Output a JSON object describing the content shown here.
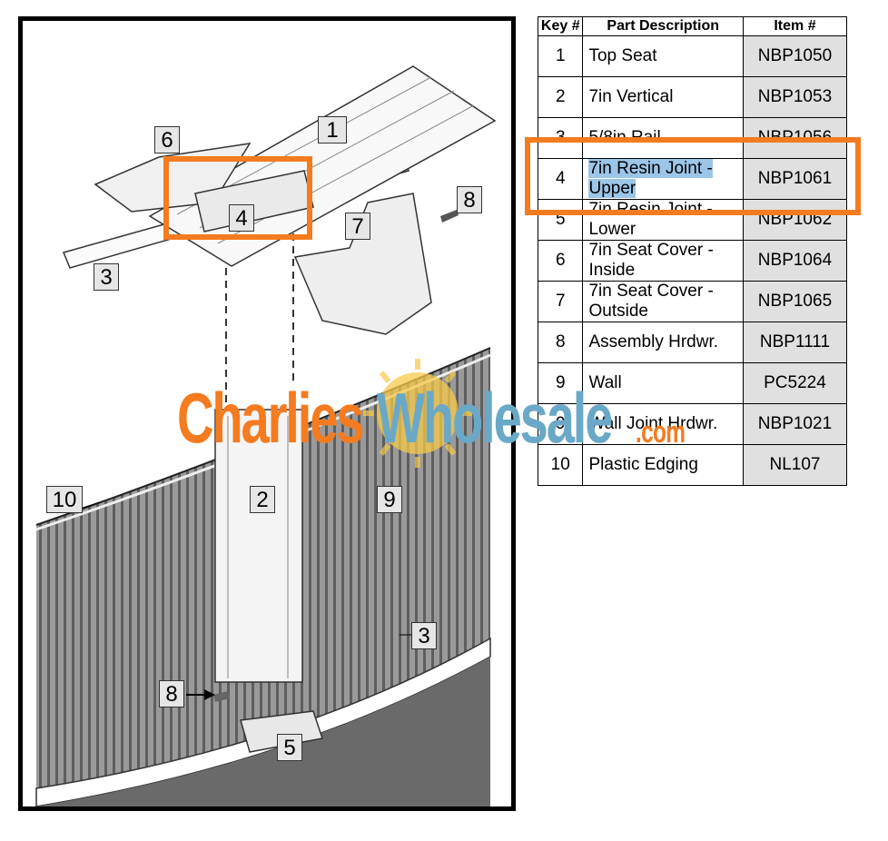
{
  "callouts": [
    "1",
    "2",
    "3",
    "4",
    "5",
    "6",
    "7",
    "8",
    "9",
    "10"
  ],
  "table": {
    "headers": [
      "Key #",
      "Part Description",
      "Item #"
    ],
    "rows": [
      {
        "key": "1",
        "desc": "Top Seat",
        "item": "NBP1050"
      },
      {
        "key": "2",
        "desc": "7in Vertical",
        "item": "NBP1053"
      },
      {
        "key": "3",
        "desc": "5/8in Rail",
        "item": "NBP1056"
      },
      {
        "key": "4",
        "desc": "7in Resin Joint - Upper",
        "item": "NBP1061"
      },
      {
        "key": "5",
        "desc": "7in Resin Joint - Lower",
        "item": "NBP1062"
      },
      {
        "key": "6",
        "desc": "7in Seat Cover - Inside",
        "item": "NBP1064"
      },
      {
        "key": "7",
        "desc": "7in Seat Cover - Outside",
        "item": "NBP1065"
      },
      {
        "key": "8",
        "desc": "Assembly Hrdwr.",
        "item": "NBP1111"
      },
      {
        "key": "9",
        "desc": "Wall",
        "item": "PC5224"
      },
      {
        "key": "9",
        "desc": "Wall Joint Hrdwr.",
        "item": "NBP1021"
      },
      {
        "key": "10",
        "desc": "Plastic Edging",
        "item": "NL107"
      }
    ]
  },
  "watermark": {
    "part1": "Charlies",
    "part2": "Wholesale",
    "part3": ".com"
  },
  "colors": {
    "highlight": "#f47b20",
    "selection": "#9cc6e8",
    "brand_orange": "#f47b20",
    "brand_blue": "#6aa8c8"
  }
}
